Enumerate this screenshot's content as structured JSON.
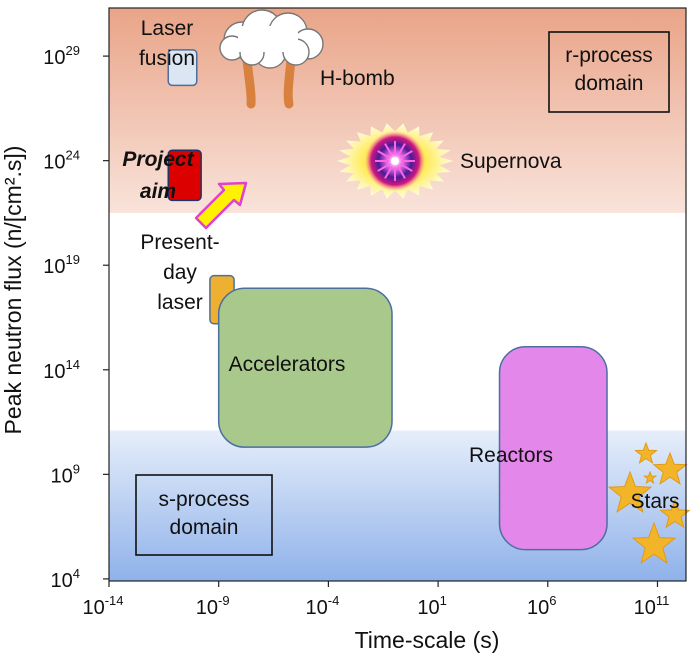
{
  "chart_data": {
    "type": "scatter",
    "xlabel": "Time-scale (s)",
    "ylabel": "Peak neutron flux (n/[cm².s])",
    "x_scale": "log10",
    "y_scale": "log10",
    "xlim_log10": [
      -14,
      12.3
    ],
    "ylim_log10": [
      3.9,
      31.3
    ],
    "x_ticks": [
      {
        "base": "10",
        "exp": "-14",
        "log10": -14
      },
      {
        "base": "10",
        "exp": "-9",
        "log10": -9
      },
      {
        "base": "10",
        "exp": "-4",
        "log10": -4
      },
      {
        "base": "10",
        "exp": "1",
        "log10": 1
      },
      {
        "base": "10",
        "exp": "6",
        "log10": 6
      },
      {
        "base": "10",
        "exp": "11",
        "log10": 11
      }
    ],
    "y_ticks": [
      {
        "base": "10",
        "exp": "4",
        "log10": 4
      },
      {
        "base": "10",
        "exp": "9",
        "log10": 9
      },
      {
        "base": "10",
        "exp": "14",
        "log10": 14
      },
      {
        "base": "10",
        "exp": "19",
        "log10": 19
      },
      {
        "base": "10",
        "exp": "24",
        "log10": 24
      },
      {
        "base": "10",
        "exp": "29",
        "log10": 29
      }
    ],
    "domains": [
      {
        "label_lines": [
          "r-process",
          "domain"
        ],
        "y_range_log10": [
          21.5,
          31.3
        ],
        "color": "#e9a488"
      },
      {
        "label_lines": [
          "s-process",
          "domain"
        ],
        "y_range_log10": [
          3.9,
          11.1
        ],
        "color": "#a9c4ee"
      }
    ],
    "regions": [
      {
        "label_lines": [
          "Laser",
          "fusion"
        ],
        "x_log10": [
          -11.3,
          -10.0
        ],
        "y_log10": [
          27.6,
          29.3
        ],
        "fill": "#dce6f2",
        "stroke": "#4a6fa0"
      },
      {
        "label_lines": [
          "Project",
          "aim"
        ],
        "x_log10": [
          -11.3,
          -9.8
        ],
        "y_log10": [
          22.1,
          24.5
        ],
        "fill": "#dd0000",
        "stroke": "#223366"
      },
      {
        "label_lines": [
          "Present-",
          "day",
          "laser"
        ],
        "x_log10": [
          -9.4,
          -8.3
        ],
        "y_log10": [
          16.2,
          18.5
        ],
        "fill": "#eeb030",
        "stroke": "#4a6fa0"
      },
      {
        "label_lines": [
          "Accelerators"
        ],
        "x_log10": [
          -9.0,
          -1.1
        ],
        "y_log10": [
          10.3,
          17.9
        ],
        "fill": "#a9c98c",
        "stroke": "#4a6fa0"
      },
      {
        "label_lines": [
          "Reactors"
        ],
        "x_log10": [
          3.8,
          8.7
        ],
        "y_log10": [
          5.4,
          15.1
        ],
        "fill": "#e487ea",
        "stroke": "#4a6fa0"
      }
    ],
    "events": [
      {
        "label": "H-bomb",
        "icon": "mushroom-cloud-icon",
        "x_log10": -7.5,
        "y_log10": 29.0
      },
      {
        "label": "Supernova",
        "icon": "supernova-icon",
        "x_log10": -0.8,
        "y_log10": 24.0
      },
      {
        "label": "Stars",
        "icon": "stars-icon",
        "x_log10": 10.3,
        "y_log10": 7.4
      }
    ],
    "annotations": [
      {
        "icon": "arrow-up-right-icon",
        "color": "#fff200",
        "stroke": "#e040d0",
        "points_to": "Project aim"
      }
    ]
  }
}
